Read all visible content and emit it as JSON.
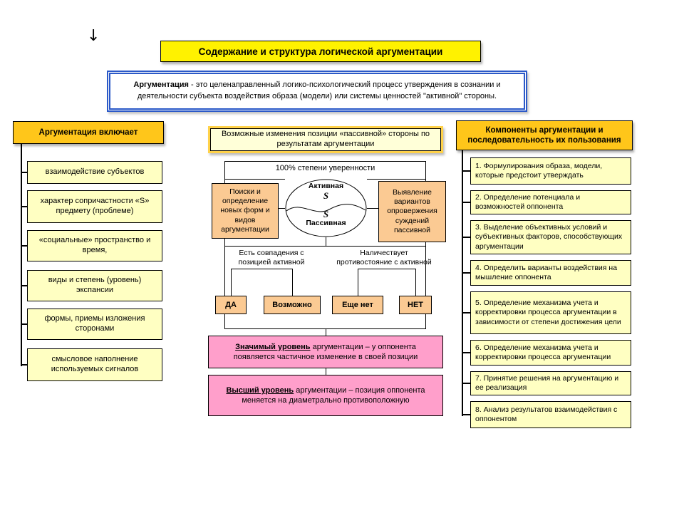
{
  "page": {
    "arrow": "↓",
    "title": "Содержание и структура логической аргументации"
  },
  "definition": {
    "term": "Аргументация",
    "text": " - это целенаправленный логико-психологический процесс утверждения в сознании и деятельности субъекта воздействия образа (модели) или системы ценностей \"активной\" стороны."
  },
  "left_panel": {
    "header": "Аргументация включает",
    "items": [
      "взаимодействие субъектов",
      "характер сопричастности «S» предмету (проблеме)",
      "«социальные» пространство и время,",
      "виды и степень (уровень) экспансии",
      "формы, приемы изложения сторонами",
      "смысловое наполнение используемых сигналов"
    ]
  },
  "center_panel": {
    "subtitle": "Возможные изменения позиции «пассивной» стороны по результатам аргументации",
    "confidence_label": "100% степени уверенности",
    "ellipse": {
      "top_label": "Активная",
      "top_symbol": "S",
      "bottom_symbol": "S",
      "bottom_label": "Пассивная"
    },
    "search_box": "Поиски и определение новых форм и видов аргументации",
    "reveal_box": "Выявление вариантов опровержения суждений пассивной",
    "left_condition": "Есть совпадения с позицией активной",
    "right_condition": "Наличествует противостояние с активной",
    "answers": [
      "ДА",
      "Возможно",
      "Еще нет",
      "НЕТ"
    ],
    "significant_level": {
      "lead": "Значимый уровень",
      "rest": " аргументации – у оппонента появляется частичное изменение в своей позиции"
    },
    "highest_level": {
      "lead": "Высший уровень",
      "rest": " аргументации – позиция оппонента меняется на диаметрально противоположную"
    }
  },
  "right_panel": {
    "header": "Компоненты аргументации и последовательность их пользования",
    "items": [
      "1. Формулирования образа, модели, которые предстоит утверждать",
      "2. Определение потенциала и возможностей оппонента",
      "3. Выделение объективных условий и субъективных факторов, способствующих аргументации",
      "4. Определить варианты воздействия на мышление оппонента",
      "5. Определение механизма учета и корректировки процесса аргументации в зависимости от степени достижения цели",
      "6. Определение механизма учета и корректировки процесса аргументации",
      "7. Принятие решения на аргументацию и ее реализация",
      "8. Анализ результатов взаимодействия с оппонентом"
    ]
  }
}
